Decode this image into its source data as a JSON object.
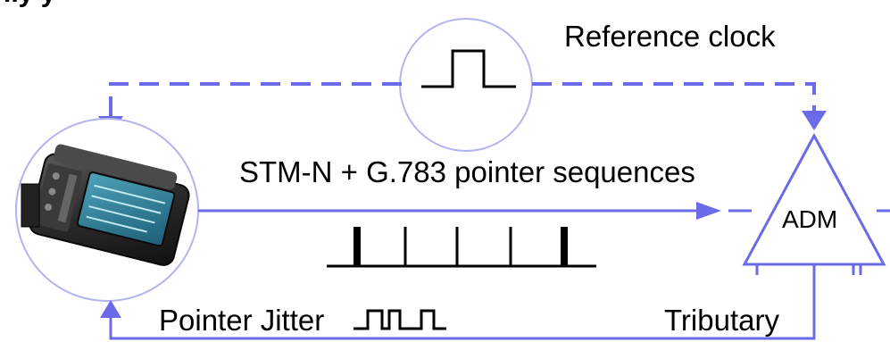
{
  "header_fragment": "lly y",
  "reference_clock_label": "Reference clock",
  "stm_label": "STM-N + G.783 pointer sequences",
  "adm_label": "ADM",
  "pointer_jitter_label": "Pointer Jitter",
  "tributary_label": "Tributary",
  "colors": {
    "line": "#6b6bea",
    "ink": "#000000",
    "background": "#ffffff"
  }
}
